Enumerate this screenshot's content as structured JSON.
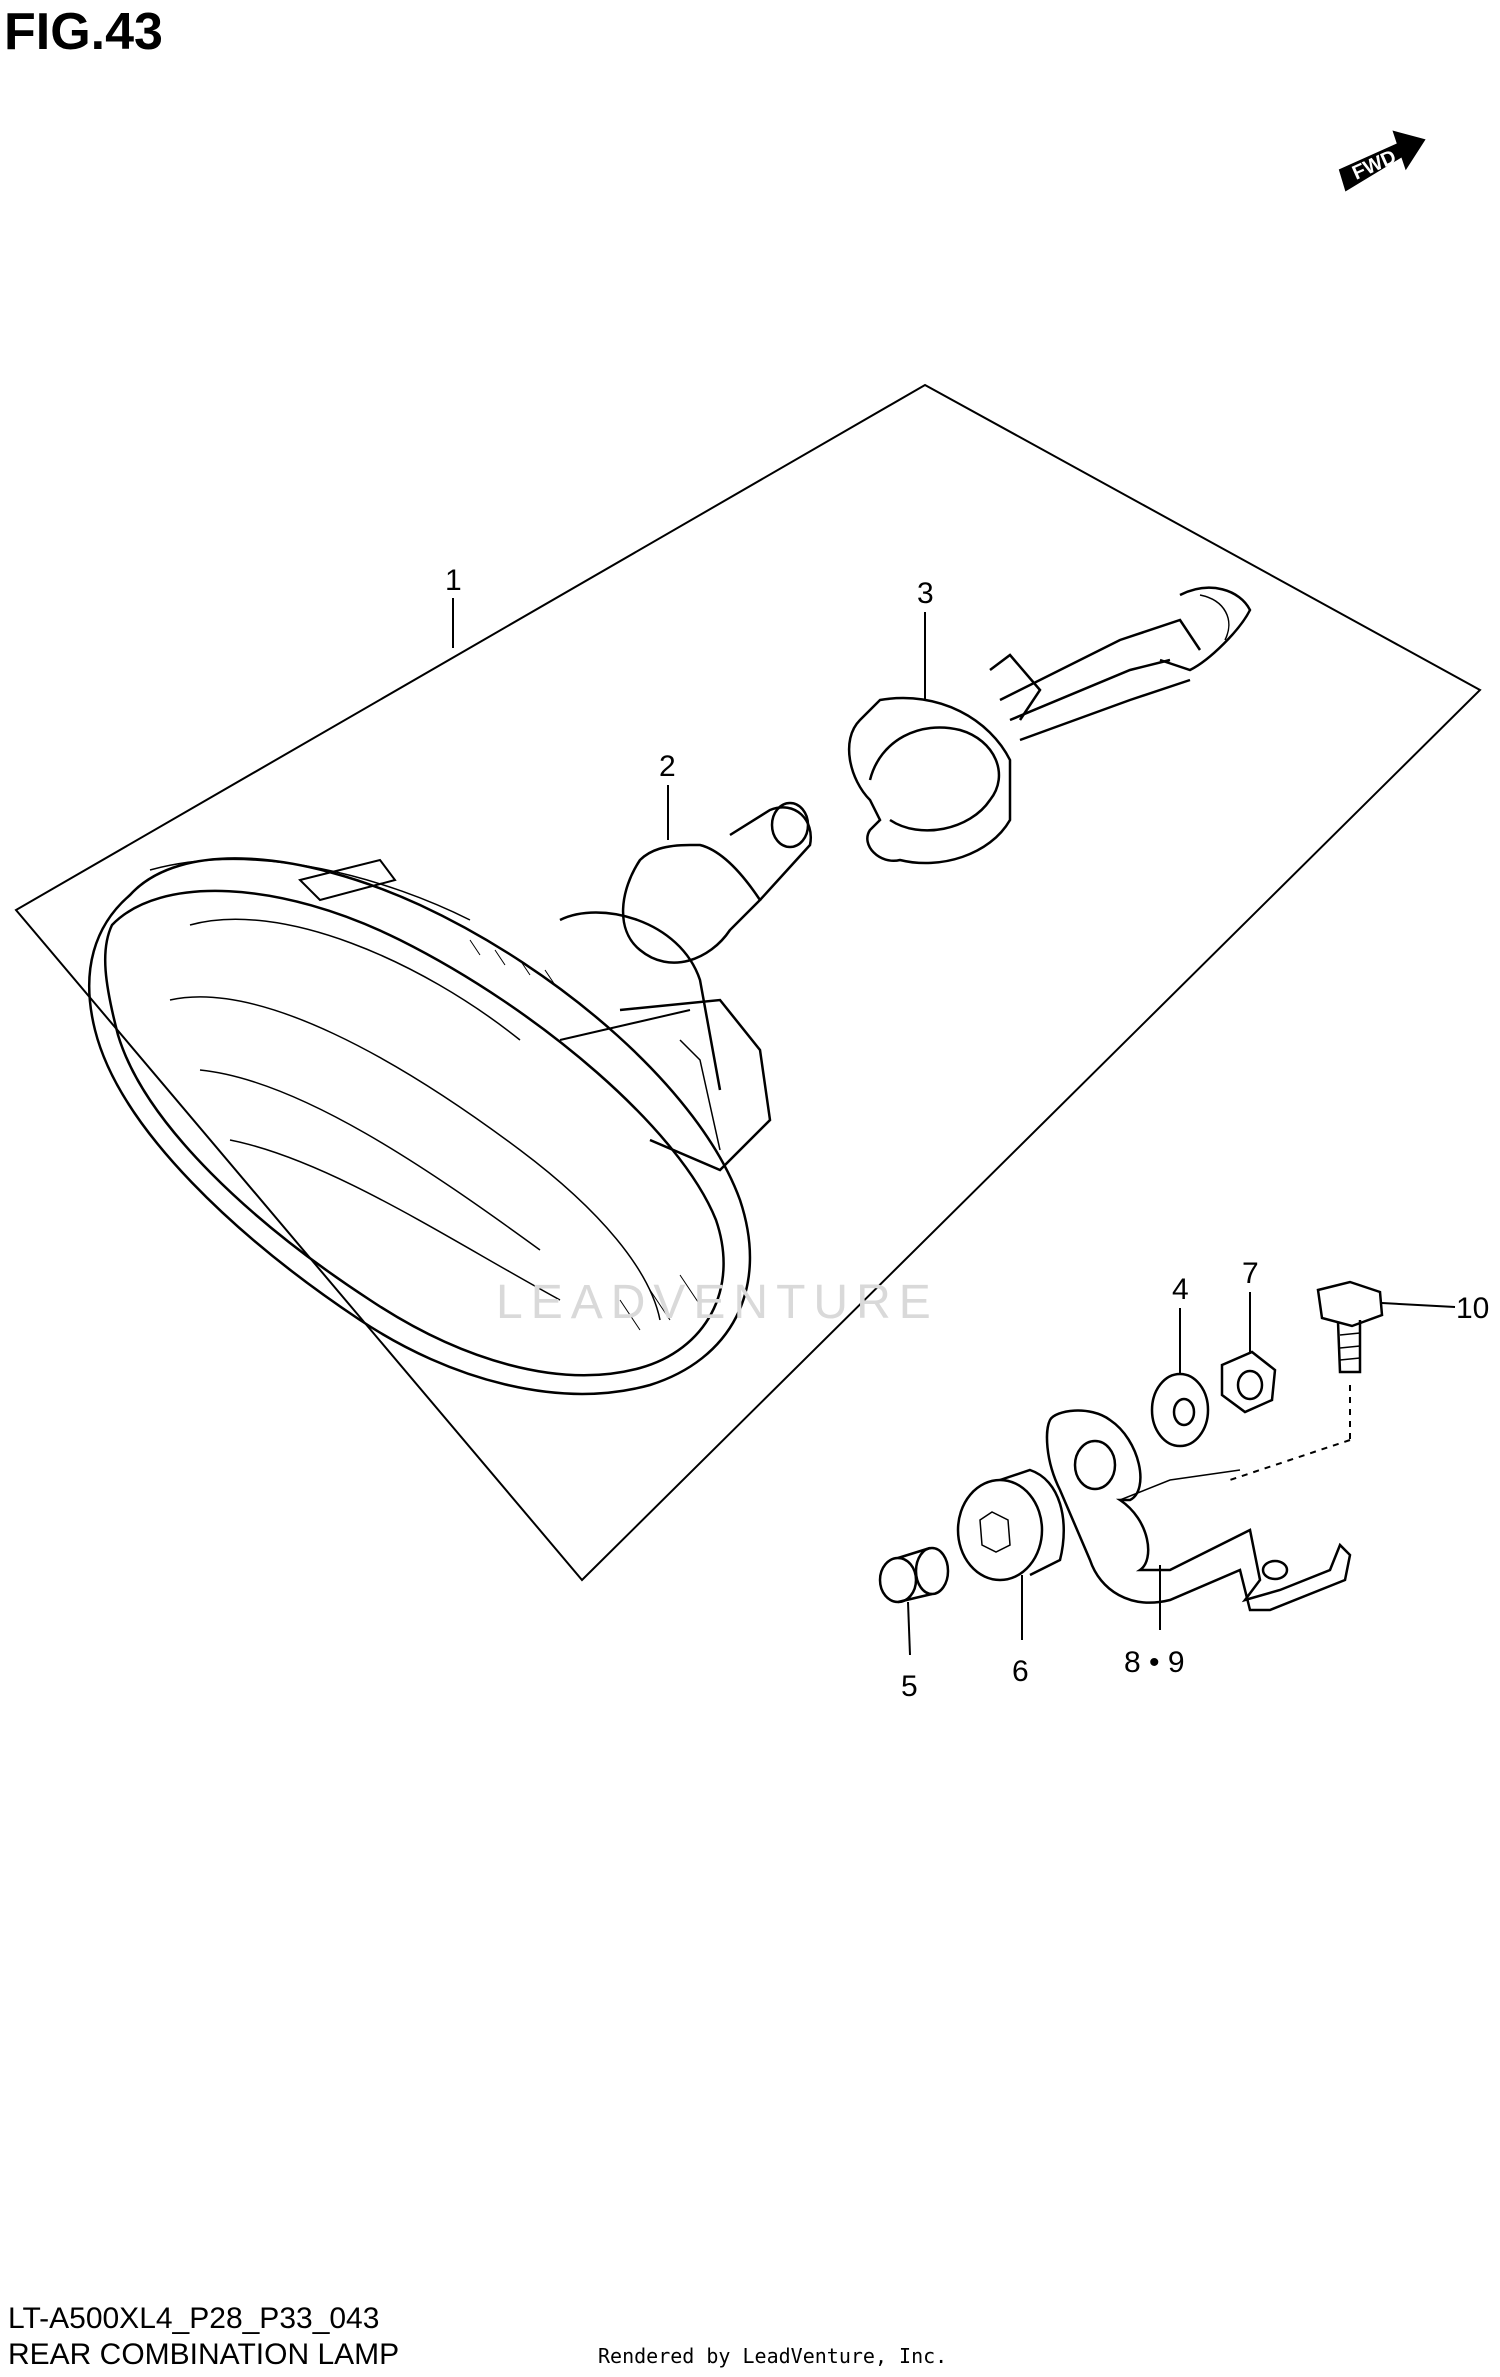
{
  "figure": {
    "title": "FIG.43",
    "direction_badge": "FWD",
    "model_code": "LT-A500XL4_P28_P33_043",
    "section_name": "REAR COMBINATION LAMP",
    "rendered_by": "Rendered by LeadVenture, Inc.",
    "watermark": "LEADVENTURE"
  },
  "callouts": {
    "c1": "1",
    "c2": "2",
    "c3": "3",
    "c4": "4",
    "c5": "5",
    "c6": "6",
    "c7": "7",
    "c89": "8 • 9",
    "c10": "10"
  },
  "parts": [
    {
      "callout": "1",
      "item": "rear-combination-lamp-assembly"
    },
    {
      "callout": "2",
      "item": "bulb"
    },
    {
      "callout": "3",
      "item": "bulb-socket-with-harness"
    },
    {
      "callout": "4",
      "item": "washer"
    },
    {
      "callout": "5",
      "item": "collar"
    },
    {
      "callout": "6",
      "item": "grommet"
    },
    {
      "callout": "7",
      "item": "nut"
    },
    {
      "callout": "8 • 9",
      "item": "bracket"
    },
    {
      "callout": "10",
      "item": "bolt"
    }
  ],
  "colors": {
    "line": "#000000",
    "background": "#ffffff",
    "watermark": "#d9d9d9"
  }
}
